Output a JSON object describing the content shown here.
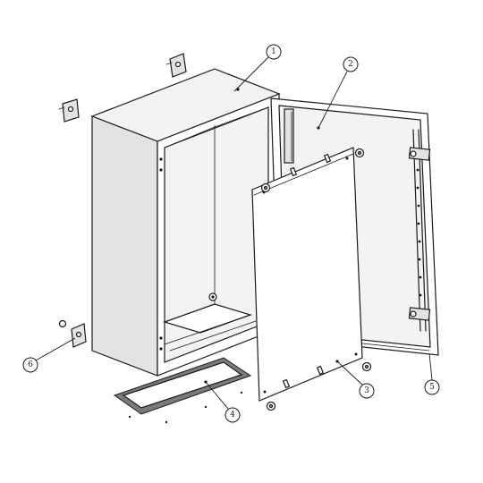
{
  "callouts": [
    {
      "label": "1",
      "part": "enclosure-body"
    },
    {
      "label": "2",
      "part": "door"
    },
    {
      "label": "3",
      "part": "mounting-plate"
    },
    {
      "label": "4",
      "part": "gland-plate-gasket"
    },
    {
      "label": "5",
      "part": "door-seal"
    },
    {
      "label": "6",
      "part": "wall-mounting-bracket"
    }
  ]
}
